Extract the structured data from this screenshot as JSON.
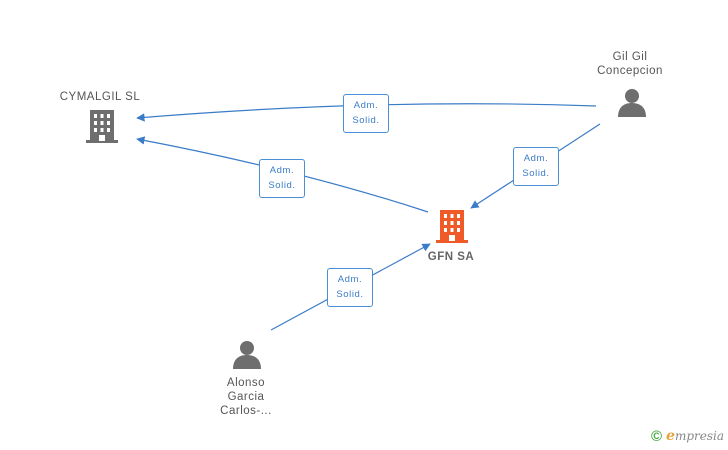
{
  "nodes": {
    "cymalgil": {
      "label": "CYMALGIL SL",
      "type": "company"
    },
    "gilgil": {
      "label_line1": "Gil Gil",
      "label_line2": "Concepcion",
      "type": "person"
    },
    "gfn": {
      "label": "GFN SA",
      "type": "company-main"
    },
    "alonso": {
      "label_line1": "Alonso",
      "label_line2": "Garcia",
      "label_line3": "Carlos-...",
      "type": "person"
    }
  },
  "edges": {
    "gilgil_to_cymalgil": {
      "line1": "Adm.",
      "line2": "Solid."
    },
    "gfn_to_cymalgil": {
      "line1": "Adm.",
      "line2": "Solid."
    },
    "gilgil_to_gfn": {
      "line1": "Adm.",
      "line2": "Solid."
    },
    "alonso_to_gfn": {
      "line1": "Adm.",
      "line2": "Solid."
    }
  },
  "colors": {
    "edge": "#3a7cc7",
    "company": "#6e6e6e",
    "main_company": "#f05a28",
    "person": "#6e6e6e"
  },
  "brand": {
    "copyright": "©",
    "name_first": "e",
    "name_rest": "mpresia"
  }
}
